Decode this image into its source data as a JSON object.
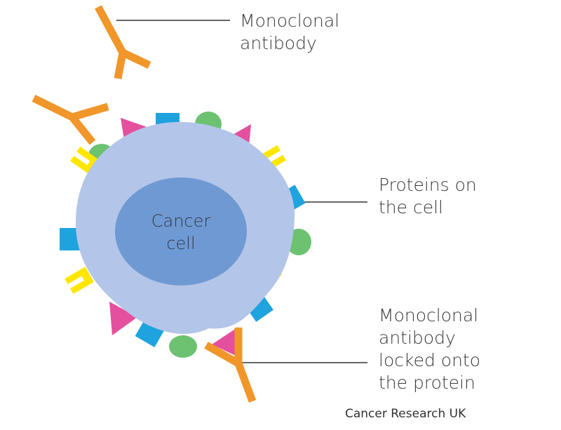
{
  "labels": {
    "antibody": "Monoclonal\nantibody",
    "proteins": "Proteins on\nthe cell",
    "locked": "Monoclonal\nantibody\nlocked onto\nthe protein",
    "cell": "Cancer\ncell",
    "credit": "Cancer Research UK"
  },
  "colors": {
    "antibody": "#f0962a",
    "cytoplasm": "#b3c5e8",
    "nucleus": "#6f99d3",
    "protein_pink": "#e4509e",
    "protein_blue": "#1ea3df",
    "protein_green": "#6cc270",
    "protein_yellow": "#ffe600",
    "leader": "#333333"
  }
}
